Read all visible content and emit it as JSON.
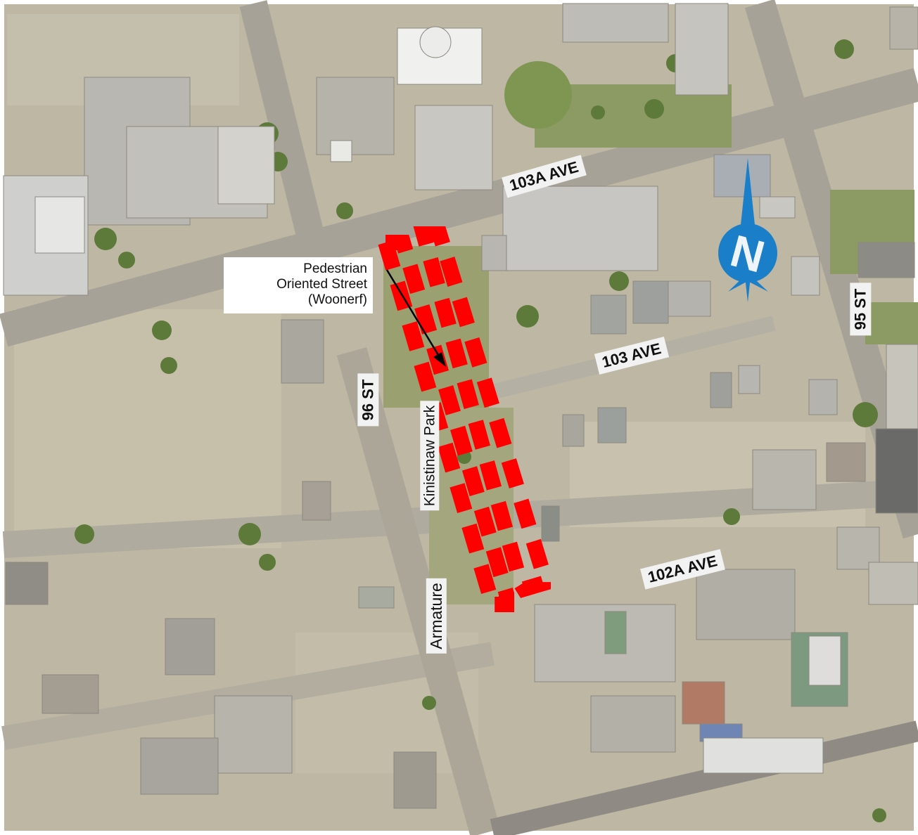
{
  "streets": {
    "ave_103a": "103A AVE",
    "ave_103": "103 AVE",
    "ave_102a": "102A AVE",
    "st_96": "96 ST",
    "st_95": "95 ST"
  },
  "places": {
    "park": "Kinistinaw Park",
    "armature": "Armature"
  },
  "callout": {
    "line1": "Pedestrian",
    "line2": "Oriented Street",
    "line3": "(Woonerf)"
  },
  "north_arrow": {
    "letter": "N",
    "icon": "north-arrow-icon",
    "color": "#1a7fc8"
  },
  "colors": {
    "boundary": "#ff0000",
    "label_bg": "#f2f2f2"
  }
}
